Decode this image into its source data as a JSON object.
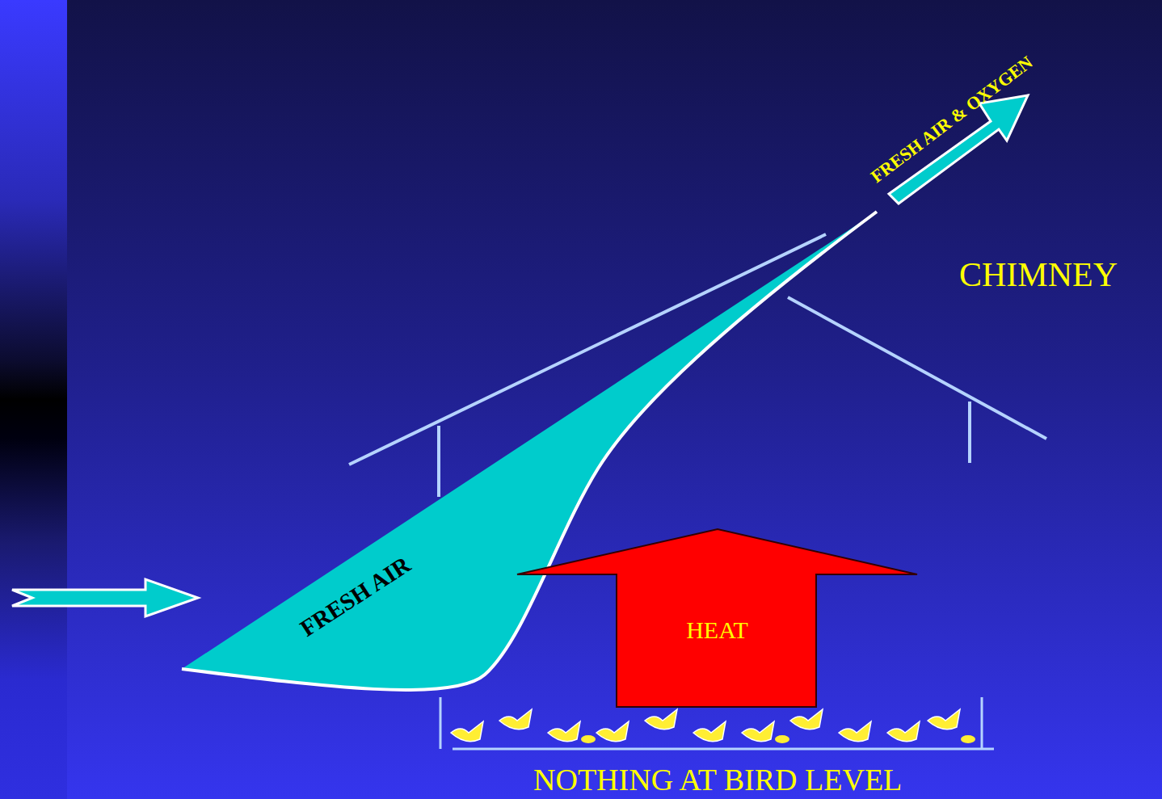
{
  "diagram": {
    "nodes": [
      {
        "text": [
          "HEAT"
        ]
      }
    ],
    "labels": [
      "FRESH AIR & OXYGEN",
      "CHIMNEY",
      "FRESH AIR",
      "NOTHING AT BIRD LEVEL"
    ]
  }
}
